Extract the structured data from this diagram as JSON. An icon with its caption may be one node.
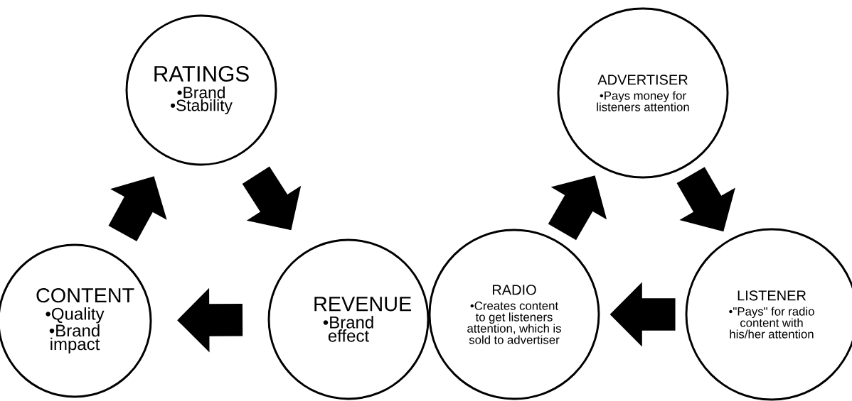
{
  "diagram": {
    "nodes": [
      {
        "text": [
          "RATINGS",
          "•Brand",
          "•Stability"
        ]
      },
      {
        "text": [
          "REVENUE",
          "•Brand effect"
        ]
      },
      {
        "text": [
          "CONTENT",
          "•Quality",
          "•Brand impact"
        ]
      },
      {
        "text": [
          "ADVERTISER",
          "•Pays money for listeners attention"
        ]
      },
      {
        "text": [
          "RADIO",
          "•Creates content to get listeners attention, which is sold to advertiser"
        ]
      },
      {
        "text": [
          "LISTENER",
          "•\"Pays\" for radio content with his/her attention"
        ]
      }
    ],
    "edges": [
      {
        "from": 2,
        "to": 0,
        "arrow": "to"
      },
      {
        "from": 0,
        "to": 1,
        "arrow": "to"
      },
      {
        "from": 1,
        "to": 2,
        "arrow": "to"
      },
      {
        "from": 4,
        "to": 3,
        "arrow": "to"
      },
      {
        "from": 3,
        "to": 5,
        "arrow": "to"
      },
      {
        "from": 5,
        "to": 4,
        "arrow": "to"
      }
    ]
  }
}
